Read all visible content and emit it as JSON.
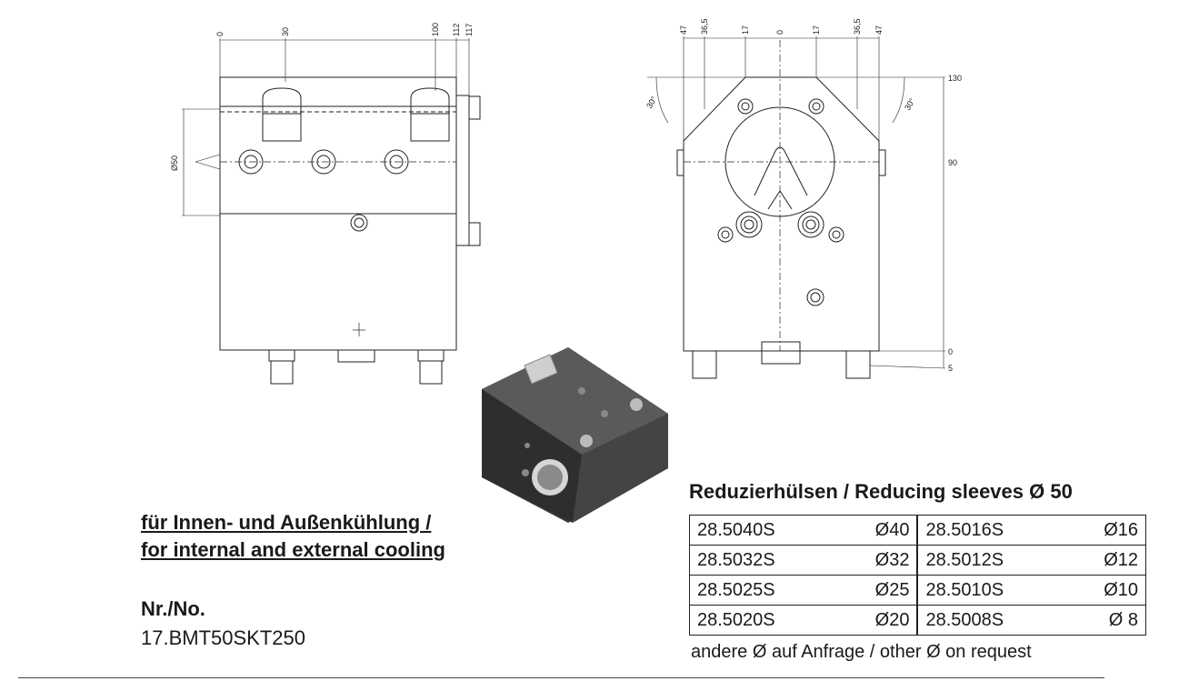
{
  "drawing": {
    "left_view": {
      "top_dims": [
        "0",
        "30",
        "100",
        "112",
        "117"
      ],
      "diameter_label": "Ø50"
    },
    "right_view": {
      "top_dims": [
        "47",
        "36,5",
        "17",
        "0",
        "17",
        "36,5",
        "47"
      ],
      "side_dims": [
        "130",
        "90",
        "0",
        "5"
      ],
      "angle_labels": [
        "30°",
        "30°"
      ]
    }
  },
  "feature": {
    "line1": "für Innen- und Außenkühlung /",
    "line2": "for internal and external cooling"
  },
  "product": {
    "label": "Nr./No.",
    "number": "17.BMT50SKT250"
  },
  "sleeves": {
    "title": "Reduzierhülsen / Reducing sleeves Ø 50",
    "rows": [
      [
        {
          "code": "28.5040S",
          "dia": "Ø40"
        },
        {
          "code": "28.5016S",
          "dia": "Ø16"
        }
      ],
      [
        {
          "code": "28.5032S",
          "dia": "Ø32"
        },
        {
          "code": "28.5012S",
          "dia": "Ø12"
        }
      ],
      [
        {
          "code": "28.5025S",
          "dia": "Ø25"
        },
        {
          "code": "28.5010S",
          "dia": "Ø10"
        }
      ],
      [
        {
          "code": "28.5020S",
          "dia": "Ø20"
        },
        {
          "code": "28.5008S",
          "dia": "Ø 8"
        }
      ]
    ],
    "note": "andere Ø auf Anfrage / other Ø on request"
  }
}
